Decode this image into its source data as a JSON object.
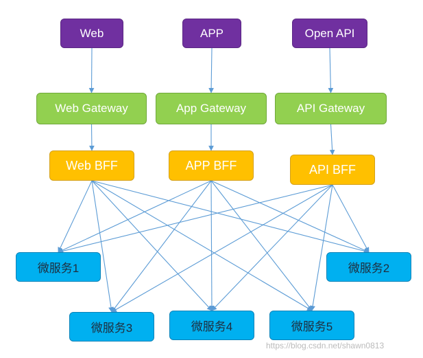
{
  "colors": {
    "client": "#7030a0",
    "gateway": "#92d050",
    "bff": "#ffc000",
    "microservice": "#00b0f0",
    "edge": "#5b9bd5"
  },
  "nodes": {
    "web": "Web",
    "app": "APP",
    "open_api": "Open API",
    "web_gateway": "Web Gateway",
    "app_gateway": "App Gateway",
    "api_gateway": "API Gateway",
    "web_bff": "Web BFF",
    "app_bff": "APP BFF",
    "api_bff": "API BFF",
    "ms1": "微服务1",
    "ms2": "微服务2",
    "ms3": "微服务3",
    "ms4": "微服务4",
    "ms5": "微服务5"
  },
  "edges": [
    [
      "web",
      "web_gateway"
    ],
    [
      "app",
      "app_gateway"
    ],
    [
      "open_api",
      "api_gateway"
    ],
    [
      "web_gateway",
      "web_bff"
    ],
    [
      "app_gateway",
      "app_bff"
    ],
    [
      "api_gateway",
      "api_bff"
    ],
    [
      "web_bff",
      "ms1"
    ],
    [
      "web_bff",
      "ms2"
    ],
    [
      "web_bff",
      "ms3"
    ],
    [
      "web_bff",
      "ms4"
    ],
    [
      "web_bff",
      "ms5"
    ],
    [
      "app_bff",
      "ms1"
    ],
    [
      "app_bff",
      "ms2"
    ],
    [
      "app_bff",
      "ms3"
    ],
    [
      "app_bff",
      "ms4"
    ],
    [
      "app_bff",
      "ms5"
    ],
    [
      "api_bff",
      "ms1"
    ],
    [
      "api_bff",
      "ms2"
    ],
    [
      "api_bff",
      "ms3"
    ],
    [
      "api_bff",
      "ms4"
    ],
    [
      "api_bff",
      "ms5"
    ]
  ],
  "watermark": "https://blog.csdn.net/shawn0813"
}
